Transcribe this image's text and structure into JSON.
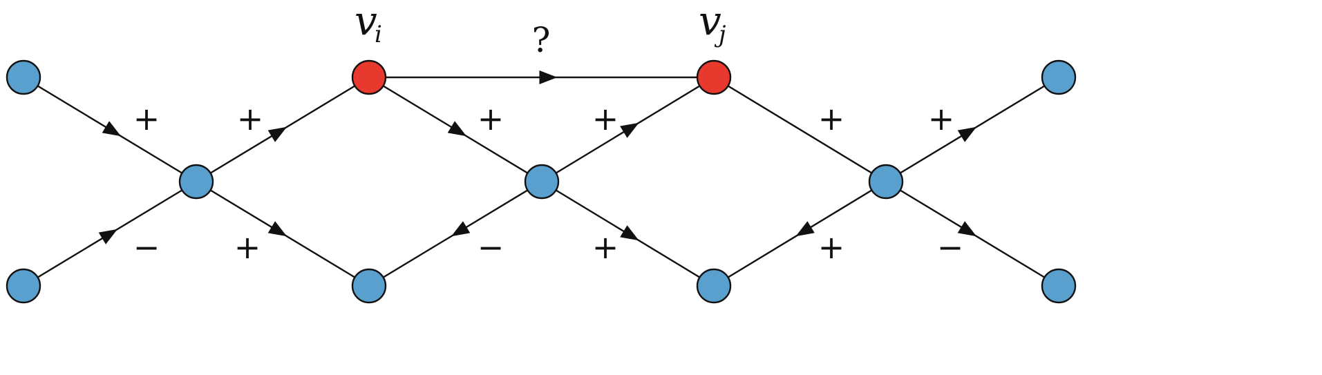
{
  "colors": {
    "normal_node": "#5aa0cf",
    "highlight_node": "#e8392f",
    "edge": "#111111"
  },
  "diagram": {
    "nodes": [
      {
        "id": "a1",
        "type": "normal"
      },
      {
        "id": "a2",
        "type": "normal"
      },
      {
        "id": "b1",
        "type": "normal"
      },
      {
        "id": "vi",
        "type": "highlight",
        "label": "v",
        "subscript": "i"
      },
      {
        "id": "c1",
        "type": "normal"
      },
      {
        "id": "c2",
        "type": "normal"
      },
      {
        "id": "vj",
        "type": "highlight",
        "label": "v",
        "subscript": "j"
      },
      {
        "id": "d1",
        "type": "normal"
      },
      {
        "id": "e1",
        "type": "normal"
      },
      {
        "id": "e2",
        "type": "normal"
      },
      {
        "id": "f1",
        "type": "normal"
      },
      {
        "id": "f2",
        "type": "normal"
      }
    ],
    "edges": [
      {
        "from": "a1",
        "to": "b1",
        "sign": "+"
      },
      {
        "from": "a2",
        "to": "b1",
        "sign": "−"
      },
      {
        "from": "b1",
        "to": "vi",
        "sign": "+"
      },
      {
        "from": "b1",
        "to": "c2",
        "sign": "+"
      },
      {
        "from": "vi",
        "to": "c1",
        "sign": "+"
      },
      {
        "from": "c1",
        "to": "c2",
        "sign": "−"
      },
      {
        "from": "c1",
        "to": "vj",
        "sign": "+"
      },
      {
        "from": "vj",
        "to": "d1",
        "sign": "+"
      },
      {
        "from": "c1",
        "to": "e2",
        "sign": "+"
      },
      {
        "from": "d1",
        "to": "e2",
        "sign": "+"
      },
      {
        "from": "d1",
        "to": "f1",
        "sign": "+"
      },
      {
        "from": "d1",
        "to": "f2",
        "sign": "−"
      },
      {
        "from": "vi",
        "to": "vj",
        "sign": "?"
      }
    ]
  }
}
